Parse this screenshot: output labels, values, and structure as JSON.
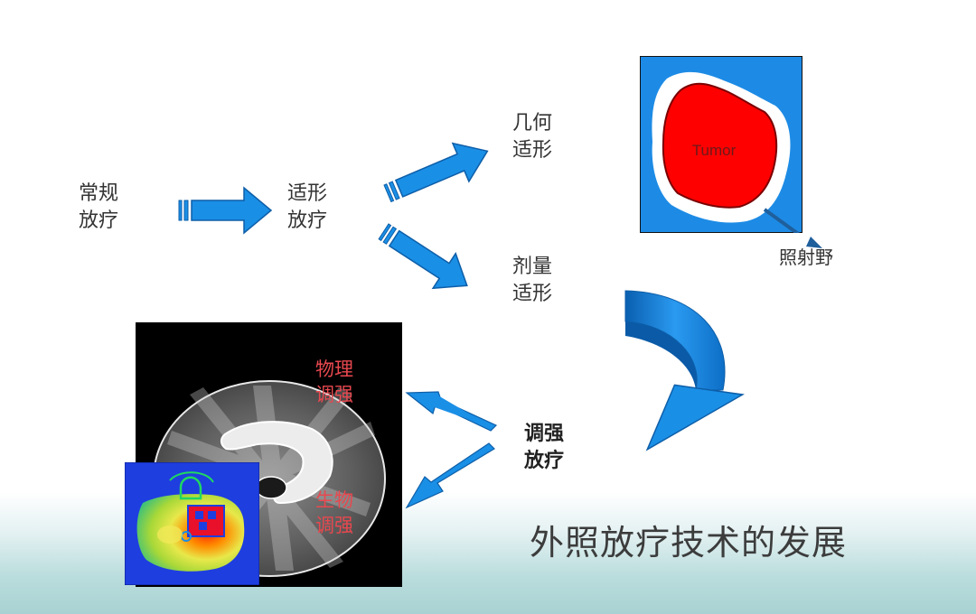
{
  "labels": {
    "conventional": [
      "常规",
      "放疗"
    ],
    "conformal": [
      "适形",
      "放疗"
    ],
    "geometric": [
      "几何",
      "适形"
    ],
    "dose": [
      "剂量",
      "适形"
    ],
    "imrt": [
      "调强",
      "放疗"
    ],
    "physical_imrt": [
      "物理",
      "调强"
    ],
    "biological_imrt": [
      "生物",
      "调强"
    ],
    "tumor": "Tumor",
    "field": "照射野"
  },
  "title": "外照放疗技术的发展",
  "colors": {
    "arrow_blue": "#1a8fe6",
    "arrow_outline": "#0d5ea8",
    "field_blue": "#1d8be5",
    "tumor_red": "#ff0000",
    "label_red": "#e8484f"
  }
}
